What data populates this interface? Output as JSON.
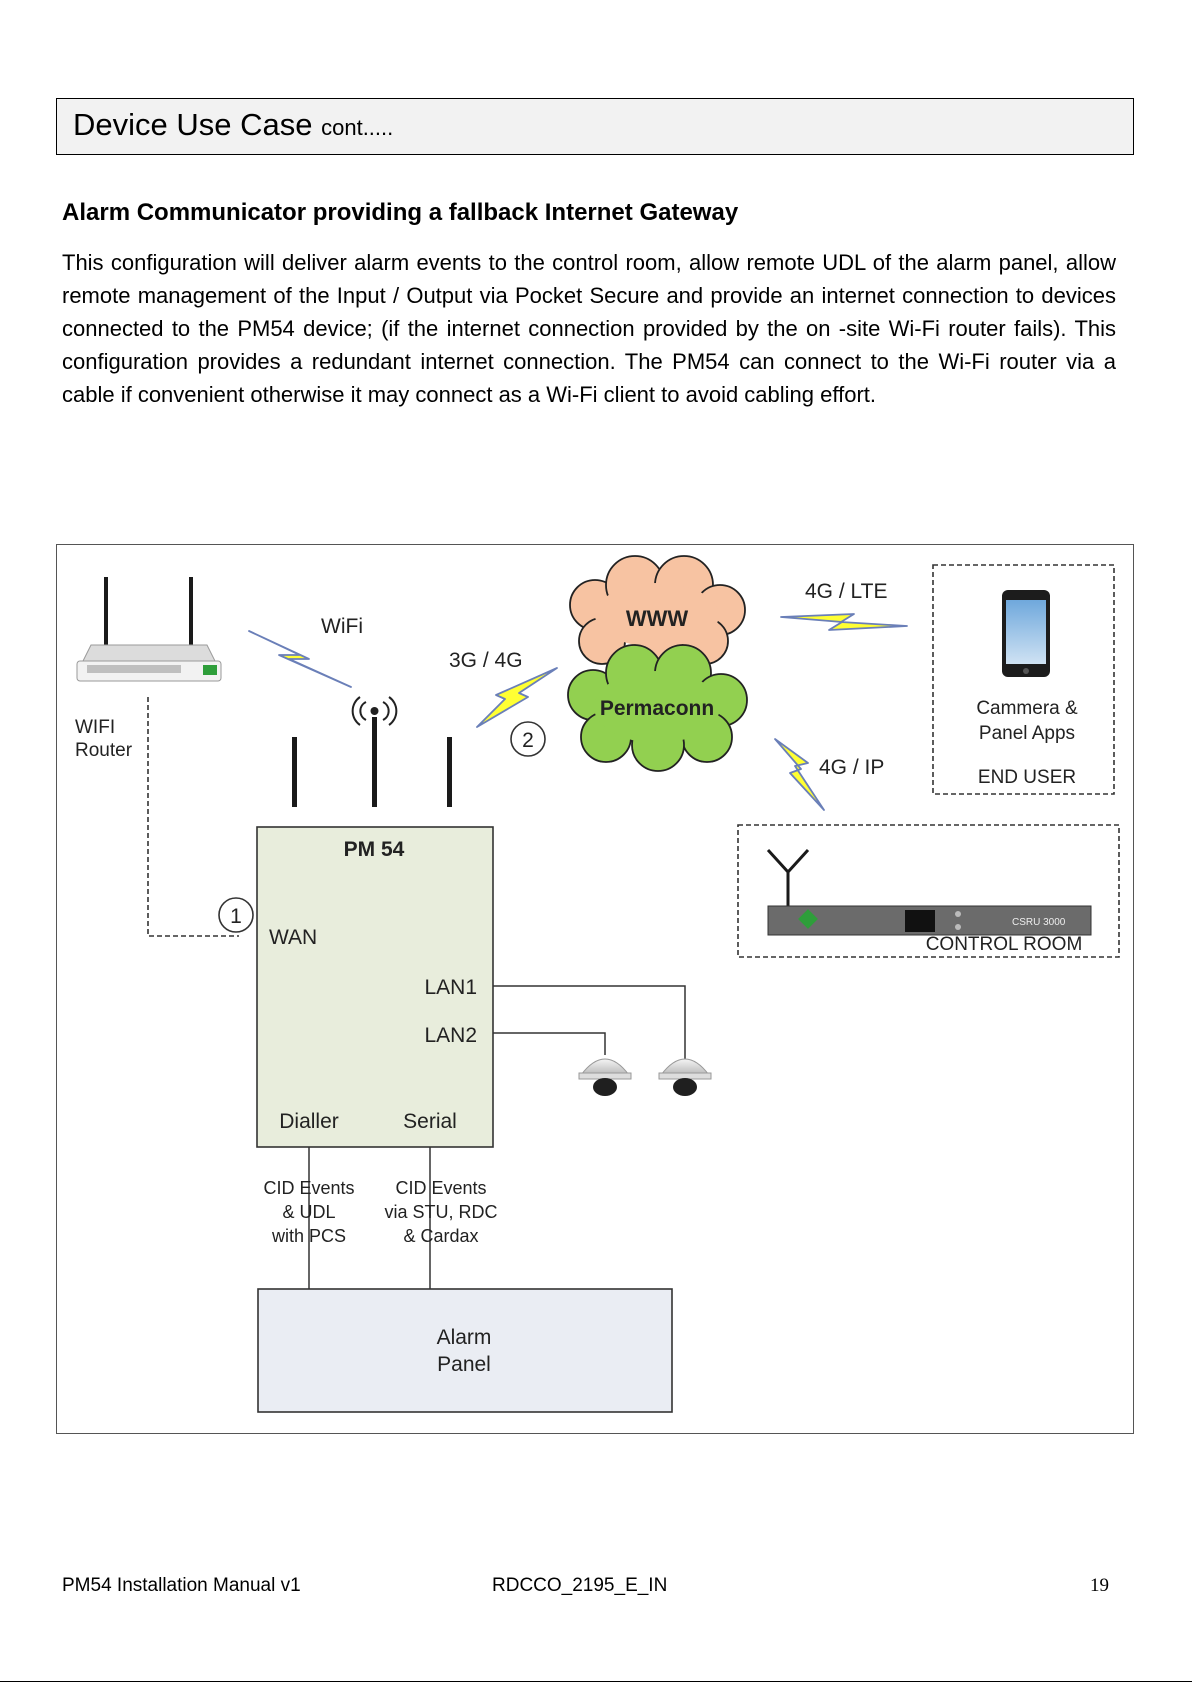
{
  "header": {
    "title": "Device Use Case",
    "cont": "cont....."
  },
  "section": {
    "heading": "Alarm Communicator providing a fallback Internet Gateway",
    "body": "This configuration will deliver alarm events to the control room, allow remote UDL of the alarm panel, allow remote management of the Input / Output via Pocket Secure and provide an internet connection to devices connected to the PM54 device; (if the internet connection provided by the on -site Wi-Fi router fails). This configuration provides a redundant internet connection. The PM54 can connect to the Wi-Fi router via a cable if convenient otherwise it may connect as a Wi-Fi client to avoid cabling effort."
  },
  "diagram": {
    "router_label_line1": "WIFI",
    "router_label_line2": "Router",
    "wifi_label": "WiFi",
    "cellular_label": "3G / 4G",
    "marker_2": "2",
    "marker_1": "1",
    "www_label": "WWW",
    "permaconn_label": "Permaconn",
    "lte_label": "4G / LTE",
    "ip_label": "4G / IP",
    "end_user": {
      "line1": "Cammera &",
      "line2": "Panel Apps",
      "title": "END USER"
    },
    "control_room": {
      "title": "CONTROL ROOM",
      "device_label": "CSRU 3000"
    },
    "pm54": {
      "title": "PM 54",
      "wan": "WAN",
      "lan1": "LAN1",
      "lan2": "LAN2",
      "dialler": "Dialler",
      "serial": "Serial"
    },
    "cid_left": {
      "line1": "CID Events",
      "line2": "& UDL",
      "line3": "with PCS"
    },
    "cid_right": {
      "line1": "CID Events",
      "line2": "via STU, RDC",
      "line3": "& Cardax"
    },
    "alarm_panel": {
      "line1": "Alarm",
      "line2": "Panel"
    },
    "colors": {
      "www_fill": "#f7c3a2",
      "permaconn_fill": "#92d050",
      "pm54_fill": "#e8eddc",
      "alarm_panel_fill": "#eaedf3",
      "bolt_fill": "#ffff33"
    }
  },
  "footer": {
    "left": "PM54 Installation Manual v1",
    "center": "RDCCO_2195_E_IN",
    "page": "19"
  }
}
